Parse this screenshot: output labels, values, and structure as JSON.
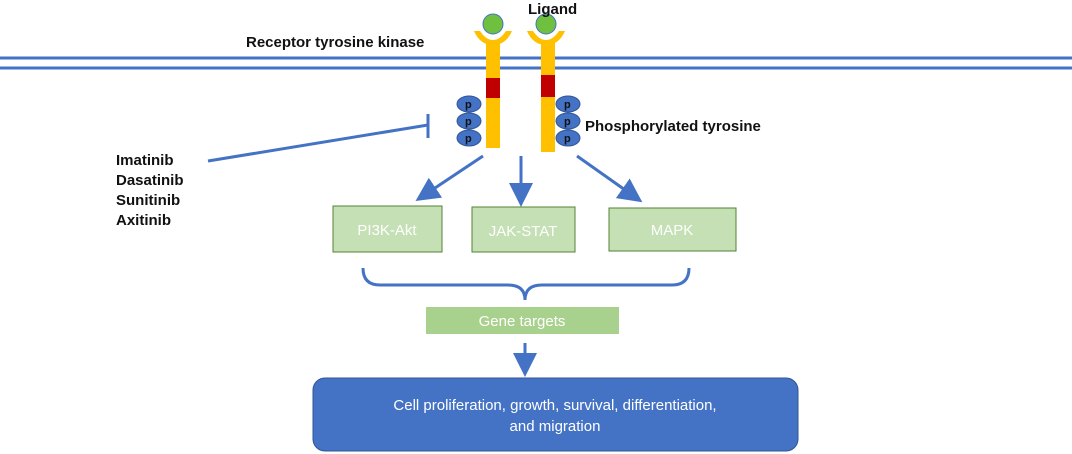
{
  "labels": {
    "ligand": "Ligand",
    "receptor": "Receptor tyrosine kinase",
    "phospho": "Phosphorylated tyrosine",
    "p": "p"
  },
  "drugs": [
    "Imatinib",
    "Dasatinib",
    "Sunitinib",
    "Axitinib"
  ],
  "pathways": [
    "PI3K-Akt",
    "JAK-STAT",
    "MAPK"
  ],
  "gene_targets": "Gene targets",
  "outcome": [
    "Cell proliferation, growth, survival, differentiation,",
    "and migration"
  ],
  "colors": {
    "membrane": "#4472c4",
    "arrow": "#4472c4",
    "receptor": "#ffc000",
    "kinase_band": "#c00000",
    "ligand": "#70c040",
    "phospho": "#4472c4",
    "pathway_box": "#c5e0b4",
    "gene_box": "#a9d18e",
    "outcome_box": "#4472c4"
  }
}
